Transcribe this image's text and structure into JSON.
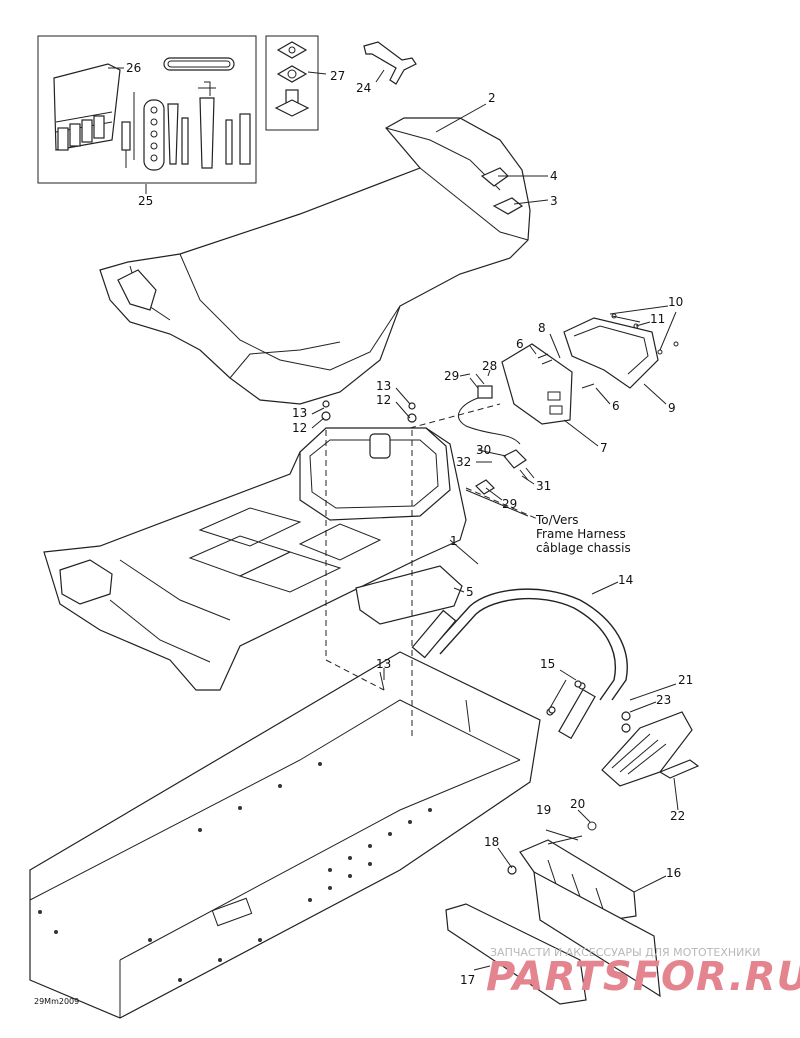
{
  "callouts": [
    {
      "id": "c1",
      "text": "1"
    },
    {
      "id": "c2",
      "text": "2"
    },
    {
      "id": "c3",
      "text": "3"
    },
    {
      "id": "c4",
      "text": "4"
    },
    {
      "id": "c5",
      "text": "5"
    },
    {
      "id": "c6a",
      "text": "6"
    },
    {
      "id": "c6b",
      "text": "6"
    },
    {
      "id": "c7",
      "text": "7"
    },
    {
      "id": "c8",
      "text": "8"
    },
    {
      "id": "c9",
      "text": "9"
    },
    {
      "id": "c10",
      "text": "10"
    },
    {
      "id": "c11",
      "text": "11"
    },
    {
      "id": "c12a",
      "text": "12"
    },
    {
      "id": "c12b",
      "text": "12"
    },
    {
      "id": "c13a",
      "text": "13"
    },
    {
      "id": "c13b",
      "text": "13"
    },
    {
      "id": "c13c",
      "text": "13"
    },
    {
      "id": "c14",
      "text": "14"
    },
    {
      "id": "c15",
      "text": "15"
    },
    {
      "id": "c16",
      "text": "16"
    },
    {
      "id": "c17",
      "text": "17"
    },
    {
      "id": "c18",
      "text": "18"
    },
    {
      "id": "c19",
      "text": "19"
    },
    {
      "id": "c20",
      "text": "20"
    },
    {
      "id": "c21",
      "text": "21"
    },
    {
      "id": "c22",
      "text": "22"
    },
    {
      "id": "c23",
      "text": "23"
    },
    {
      "id": "c24",
      "text": "24"
    },
    {
      "id": "c25",
      "text": "25"
    },
    {
      "id": "c26",
      "text": "26"
    },
    {
      "id": "c27",
      "text": "27"
    },
    {
      "id": "c28",
      "text": "28"
    },
    {
      "id": "c29a",
      "text": "29"
    },
    {
      "id": "c29b",
      "text": "29"
    },
    {
      "id": "c30",
      "text": "30"
    },
    {
      "id": "c31",
      "text": "31"
    },
    {
      "id": "c32",
      "text": "32"
    }
  ],
  "harness_note": [
    "To/Vers",
    "Frame Harness",
    "câblage chassis"
  ],
  "drawing_code": "29Mm2009",
  "watermark": {
    "tagline": "ЗАПЧАСТИ И АКСЕССУАРЫ ДЛЯ МОТОТЕХНИКИ",
    "brand": "PARTSFOR.RU",
    "color": "#e3848f"
  },
  "colors": {
    "line": "#222222",
    "background": "#ffffff"
  }
}
